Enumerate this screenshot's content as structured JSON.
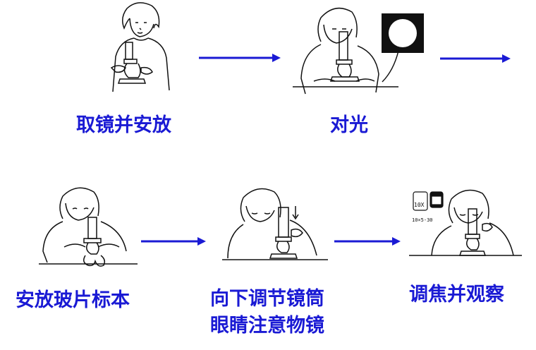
{
  "steps": [
    {
      "label": "取镜并安放"
    },
    {
      "label": "对光"
    },
    {
      "label": "安放玻片标本"
    },
    {
      "label_line1": "向下调节镜筒",
      "label_line2": "眼睛注意物镜"
    },
    {
      "label": "调焦并观察"
    }
  ],
  "eyepiece_inset_text": "10X",
  "objective_inset_text": "10×5-30",
  "colors": {
    "label": "#1a1ad4",
    "arrow": "#1a1ad4",
    "line": "#111111"
  }
}
